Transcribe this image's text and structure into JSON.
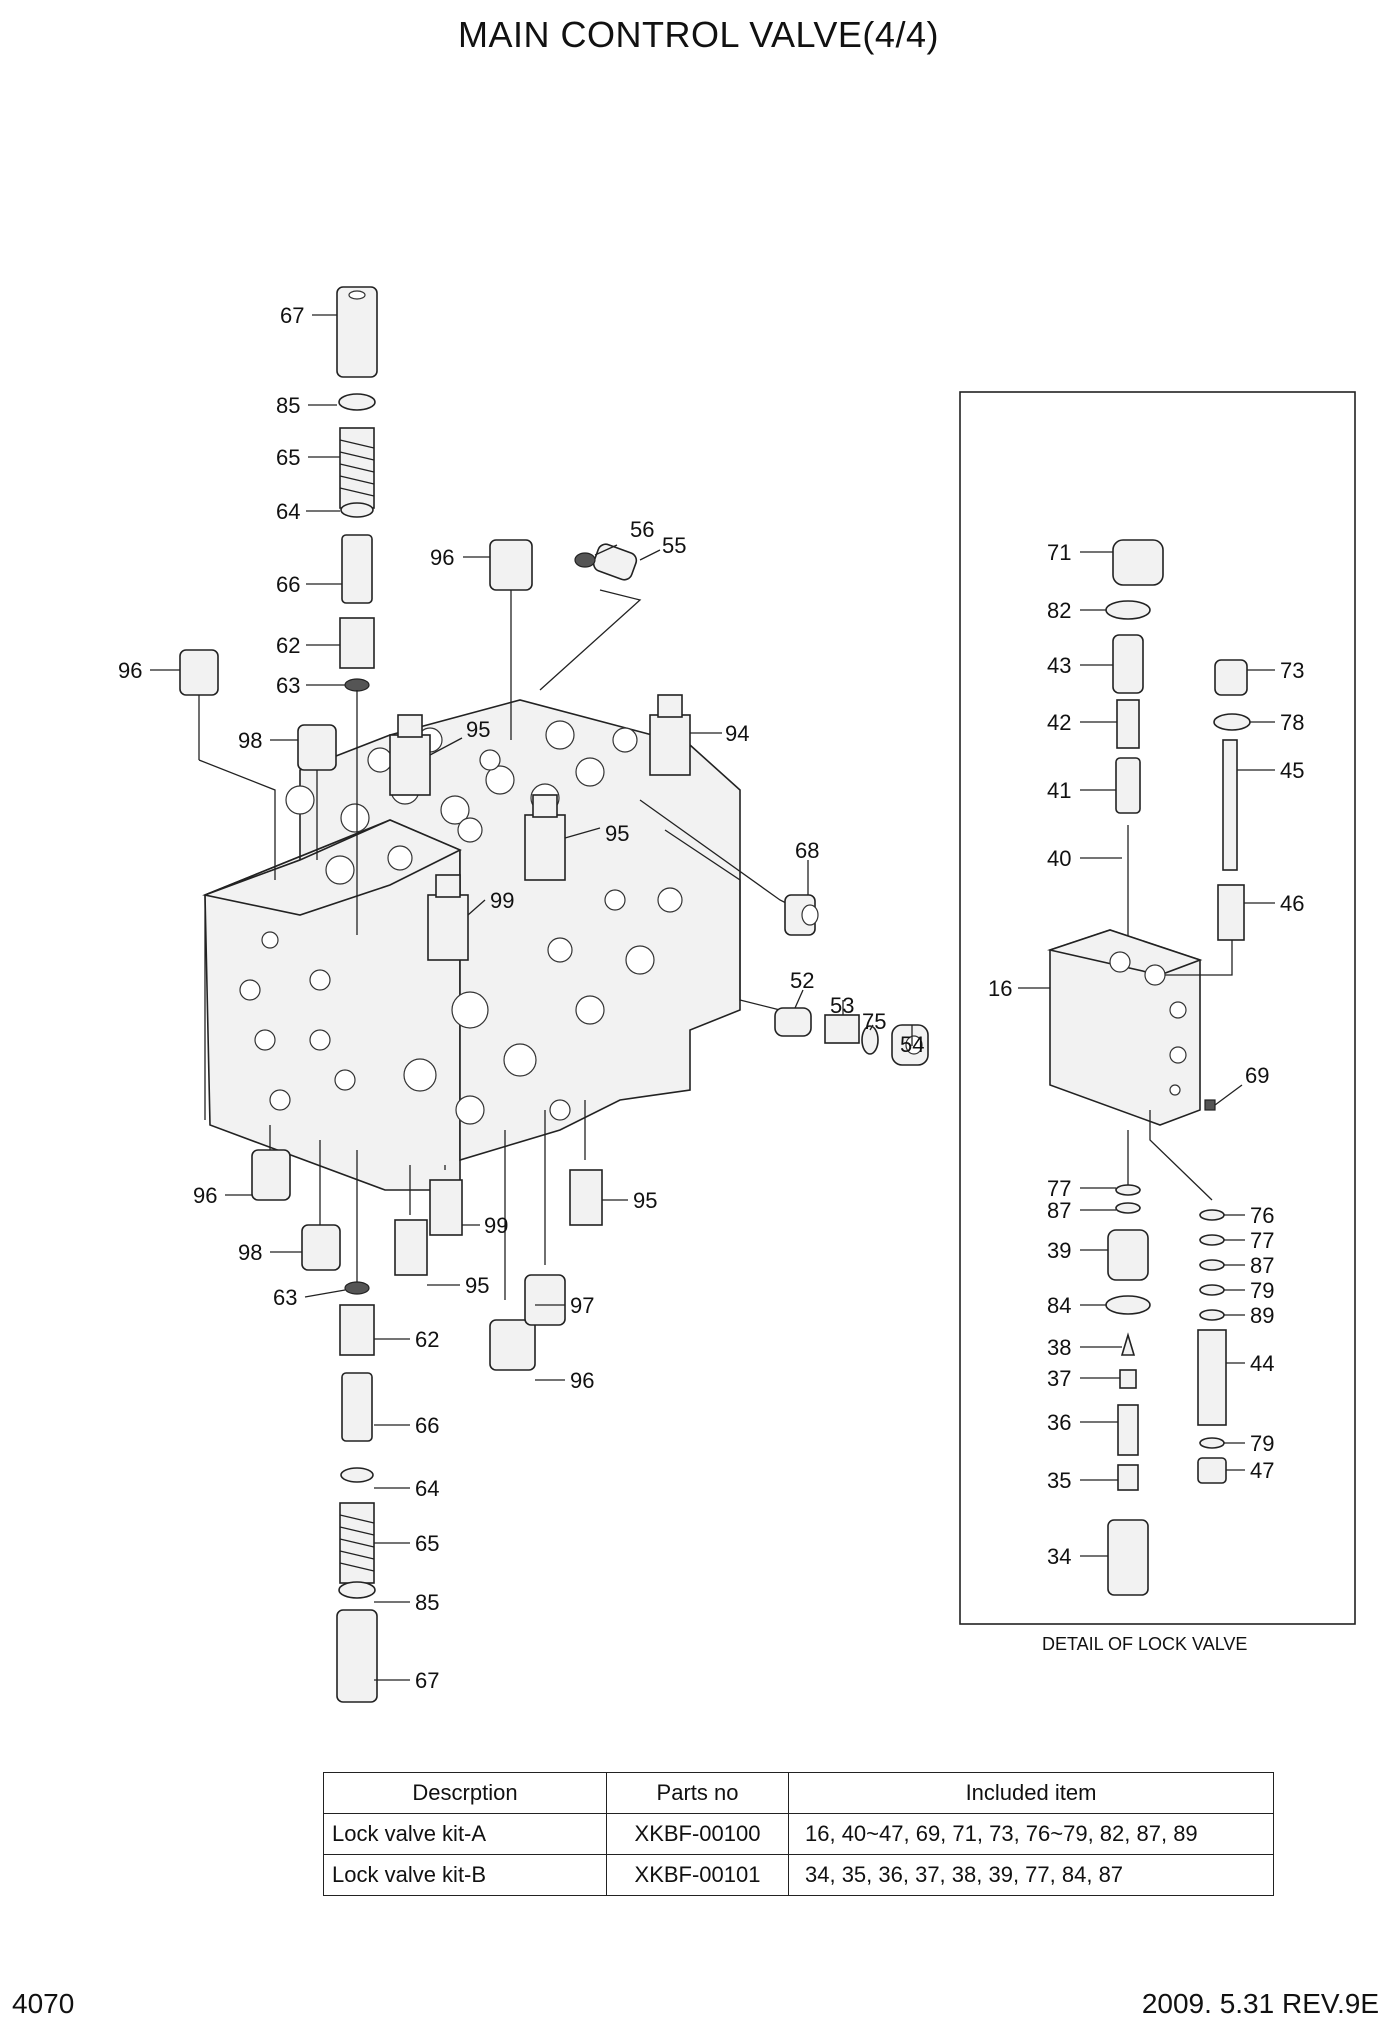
{
  "title": "MAIN CONTROL VALVE(4/4)",
  "detail_caption": "DETAIL OF LOCK VALVE",
  "callouts": {
    "c67a": "67",
    "c85a": "85",
    "c65a": "65",
    "c64a": "64",
    "c66a": "66",
    "c62a": "62",
    "c63a": "63",
    "c96a": "96",
    "c98a": "98",
    "c96b": "96",
    "c56": "56",
    "c55": "55",
    "c95a": "95",
    "c94": "94",
    "c95b": "95",
    "c99a": "99",
    "c68": "68",
    "c52": "52",
    "c53": "53",
    "c75": "75",
    "c54": "54",
    "c96c": "96",
    "c98b": "98",
    "c63b": "63",
    "c62b": "62",
    "c66b": "66",
    "c64b": "64",
    "c65b": "65",
    "c85b": "85",
    "c67b": "67",
    "c99b": "99",
    "c95c": "95",
    "c95d": "95",
    "c97": "97",
    "c96d": "96",
    "c71": "71",
    "c82": "82",
    "c43": "43",
    "c42": "42",
    "c41": "41",
    "c40": "40",
    "c16": "16",
    "c73": "73",
    "c78": "78",
    "c45": "45",
    "c46": "46",
    "c69": "69",
    "c77a": "77",
    "c87a": "87",
    "c39": "39",
    "c84": "84",
    "c38": "38",
    "c37": "37",
    "c36": "36",
    "c35": "35",
    "c34": "34",
    "c76": "76",
    "c77b": "77",
    "c87b": "87",
    "c79a": "79",
    "c89": "89",
    "c44": "44",
    "c79b": "79",
    "c47": "47"
  },
  "table": {
    "headers": [
      "Descrption",
      "Parts no",
      "Included item"
    ],
    "rows": [
      {
        "description": "Lock valve kit-A",
        "parts_no": "XKBF-00100",
        "included": "16, 40~47, 69, 71, 73, 76~79, 82, 87, 89"
      },
      {
        "description": "Lock valve kit-B",
        "parts_no": "XKBF-00101",
        "included": "34, 35, 36, 37, 38, 39, 77, 84, 87"
      }
    ]
  },
  "footer": {
    "page": "4070",
    "revision": "2009. 5.31  REV.9E"
  }
}
